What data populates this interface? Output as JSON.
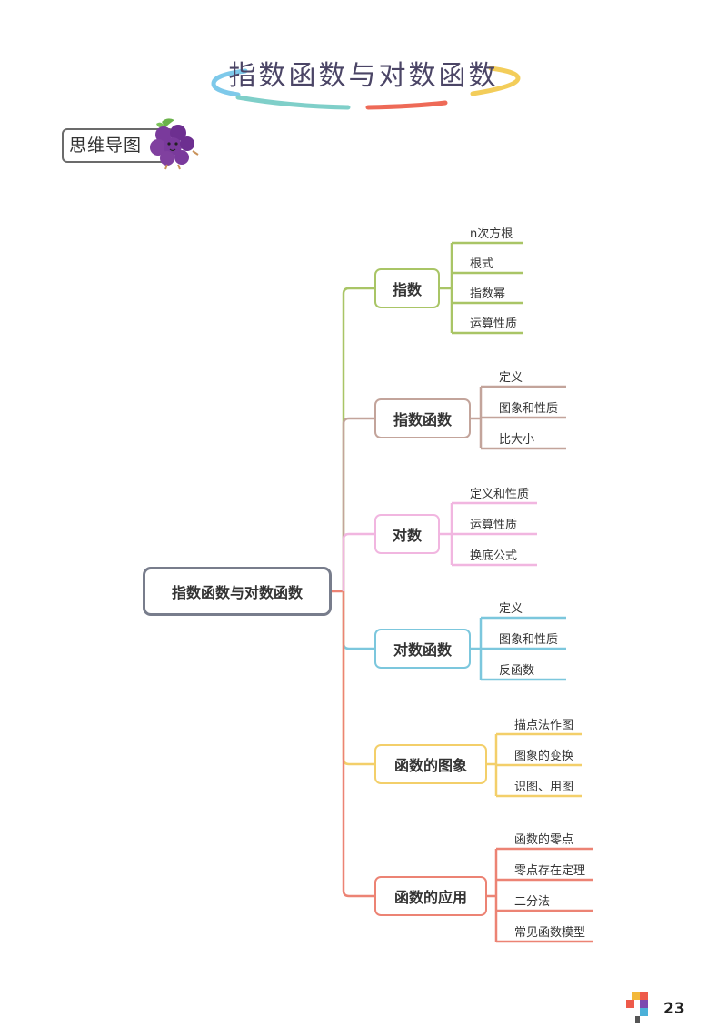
{
  "title": "指数函数与对数函数",
  "badge": "思维导图",
  "root": "指数函数与对数函数",
  "branches": [
    {
      "label": "指数",
      "color": "#a9c566",
      "children": [
        "n次方根",
        "根式",
        "指数幂",
        "运算性质"
      ]
    },
    {
      "label": "指数函数",
      "color": "#c3a49b",
      "children": [
        "定义",
        "图象和性质",
        "比大小"
      ]
    },
    {
      "label": "对数",
      "color": "#f1b6e0",
      "children": [
        "定义和性质",
        "运算性质",
        "换底公式"
      ]
    },
    {
      "label": "对数函数",
      "color": "#7cc7dd",
      "children": [
        "定义",
        "图象和性质",
        "反函数"
      ]
    },
    {
      "label": "函数的图象",
      "color": "#f3cf6a",
      "children": [
        "描点法作图",
        "图象的变换",
        "识图、用图"
      ]
    },
    {
      "label": "函数的应用",
      "color": "#ec8374",
      "children": [
        "函数的零点",
        "零点存在定理",
        "二分法",
        "常见函数模型"
      ]
    }
  ],
  "colors": {
    "root_border": "#787d8c",
    "title_text": "#4b4566"
  },
  "icons": [
    "grape-icon",
    "page-logo-icon"
  ],
  "page_number": "23"
}
